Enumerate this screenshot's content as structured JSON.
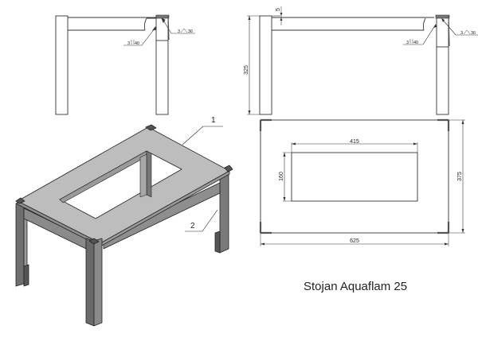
{
  "drawing": {
    "title": "Stojan Aquaflam 25",
    "background": "#ffffff",
    "line_color": "#333333",
    "fill_color_top": "#bfbfbf",
    "fill_color_side": "#8c8c8c",
    "fill_color_dark": "#6e6e6e"
  },
  "views": {
    "side_view_left": {
      "weld_symbol_1": {
        "size": "3",
        "length": "40"
      },
      "weld_symbol_2": {
        "size": "3",
        "length": "36"
      }
    },
    "front_view": {
      "dimension_height": "325",
      "dimension_top_offset": "5",
      "weld_symbol_1": {
        "size": "3",
        "length": "40"
      },
      "weld_symbol_2": {
        "size": "3",
        "length": "36"
      }
    },
    "top_view": {
      "dimension_width": "625",
      "dimension_depth": "375",
      "opening_width": "415",
      "opening_depth": "160"
    },
    "isometric_view": {
      "callouts": [
        {
          "number": "1"
        },
        {
          "number": "2"
        }
      ]
    }
  }
}
